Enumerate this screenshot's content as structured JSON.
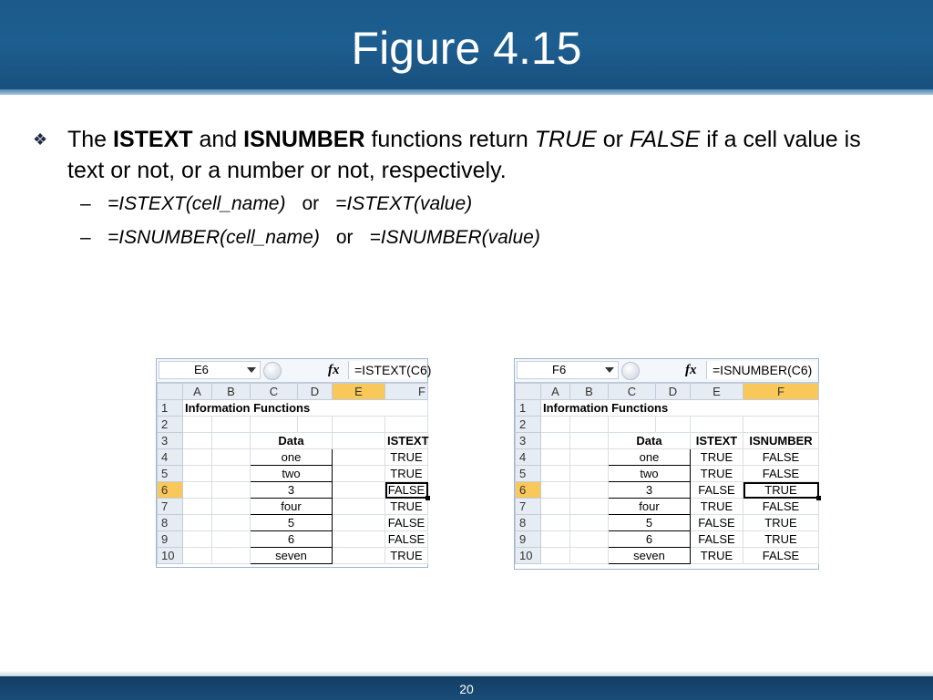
{
  "slide": {
    "title": "Figure 4.15",
    "bullet": {
      "glyph": "❖",
      "parts": [
        "The ",
        "ISTEXT",
        " and ",
        "ISNUMBER",
        " functions return ",
        "TRUE",
        " or ",
        "FALSE",
        " if a cell value is text or not, or a number or not, respectively."
      ]
    },
    "subs": [
      {
        "dash": "–",
        "left": "=ISTEXT(cell_name)",
        "or": "or",
        "right": "=ISTEXT(value)"
      },
      {
        "dash": "–",
        "left": "=ISNUMBER(cell_name)",
        "or": "or",
        "right": "=ISNUMBER(value)"
      }
    ],
    "page_number": "20"
  },
  "sheet1": {
    "namebox": "E6",
    "fx": "fx",
    "formula": "=ISTEXT(C6)",
    "columns": [
      "A",
      "B",
      "C",
      "D",
      "E",
      "F"
    ],
    "rows": [
      "1",
      "2",
      "3",
      "4",
      "5",
      "6",
      "7",
      "8",
      "9",
      "10"
    ],
    "title": "Information Functions",
    "header_data": "Data",
    "header_e": "ISTEXT",
    "data": [
      "one",
      "two",
      "3",
      "four",
      "5",
      "6",
      "seven"
    ],
    "istext": [
      "TRUE",
      "TRUE",
      "FALSE",
      "TRUE",
      "FALSE",
      "FALSE",
      "TRUE"
    ]
  },
  "sheet2": {
    "namebox": "F6",
    "fx": "fx",
    "formula": "=ISNUMBER(C6)",
    "columns": [
      "A",
      "B",
      "C",
      "D",
      "E",
      "F"
    ],
    "rows": [
      "1",
      "2",
      "3",
      "4",
      "5",
      "6",
      "7",
      "8",
      "9",
      "10"
    ],
    "title": "Information Functions",
    "header_data": "Data",
    "header_e": "ISTEXT",
    "header_f": "ISNUMBER",
    "data": [
      "one",
      "two",
      "3",
      "four",
      "5",
      "6",
      "seven"
    ],
    "istext": [
      "TRUE",
      "TRUE",
      "FALSE",
      "TRUE",
      "FALSE",
      "FALSE",
      "TRUE"
    ],
    "isnumber": [
      "FALSE",
      "FALSE",
      "TRUE",
      "FALSE",
      "TRUE",
      "TRUE",
      "FALSE"
    ]
  }
}
